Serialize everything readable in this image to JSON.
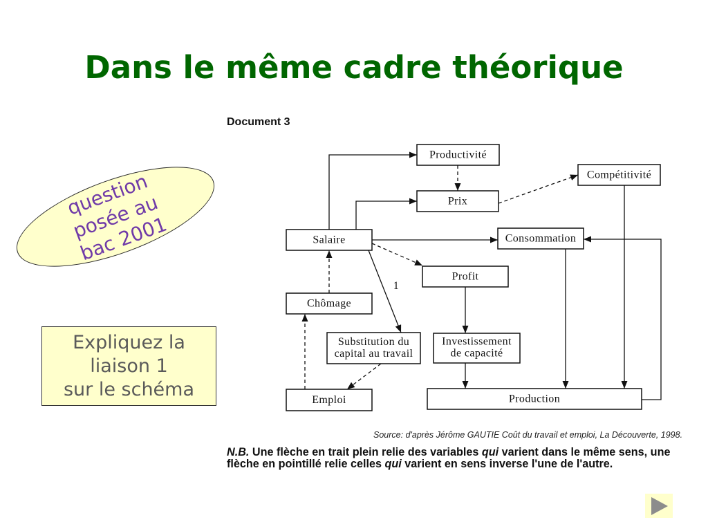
{
  "slide": {
    "title": "Dans le même cadre théorique"
  },
  "callout": {
    "lines": [
      "question",
      "posée au",
      "bac 2001"
    ]
  },
  "instruction": {
    "lines": [
      "Expliquez la",
      "liaison 1",
      "sur le schéma"
    ]
  },
  "document": {
    "label": "Document 3",
    "diagram": {
      "nodes": {
        "productivite": "Productivité",
        "prix": "Prix",
        "competitivite": "Compétitivité",
        "salaire": "Salaire",
        "consommation": "Consommation",
        "profit": "Profit",
        "chomage": "Chômage",
        "substitution": [
          "Substitution du",
          "capital au travail"
        ],
        "investissement": [
          "Investissement",
          "de capacité"
        ],
        "emploi": "Emploi",
        "production": "Production"
      },
      "link_label": "1"
    },
    "source": "Source: d'après Jérôme GAUTIE Coût du travail et emploi, La Découverte, 1998.",
    "note": {
      "prefix": "N.B.",
      "line1_start": " Une flèche en trait plein relie des variables ",
      "line1_emphasis": "qui",
      "line1_end": " varient dans le même sens, une",
      "line2_start": "flèche en pointillé relie celles ",
      "line2_emphasis": "qui",
      "line2_end": " varient en sens inverse l'une de l'autre."
    }
  },
  "navigation": {
    "next_icon": "play-icon"
  },
  "theme": {
    "title_color": "#006600",
    "callout_text_color": "#6f3aa8",
    "callout_fill": "#ffffcc",
    "instruction_text_color": "#5a5a5a",
    "instruction_fill": "#ffffcc",
    "nav_fill": "#ffffcc",
    "nav_icon_color": "#8c8c8c"
  }
}
